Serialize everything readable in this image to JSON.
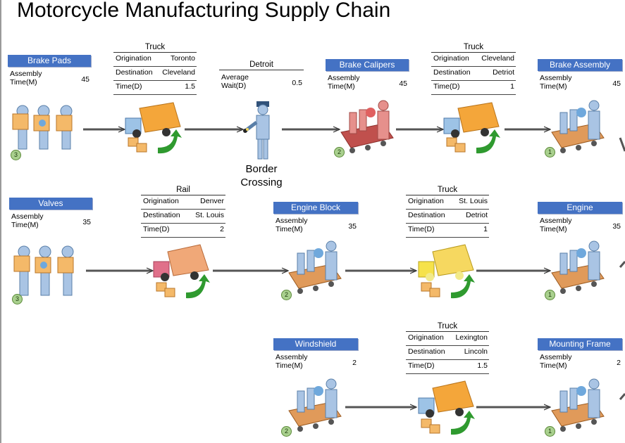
{
  "title": "Motorcycle Manufacturing Supply Chain",
  "nodes": {
    "brake_pads": {
      "title": "Brake Pads",
      "field": "Assembly Time(M)",
      "value": "45",
      "badge": "3"
    },
    "brake_calipers": {
      "title": "Brake Calipers",
      "field": "Assembly Time(M)",
      "value": "45",
      "badge": "2"
    },
    "brake_assembly": {
      "title": "Brake Assembly",
      "field": "Assembly Time(M)",
      "value": "45",
      "badge": "1"
    },
    "valves": {
      "title": "Valves",
      "field": "Assembly Time(M)",
      "value": "35",
      "badge": "3"
    },
    "engine_block": {
      "title": "Engine Block",
      "field": "Assembly Time(M)",
      "value": "35",
      "badge": "2"
    },
    "engine": {
      "title": "Engine",
      "field": "Assembly Time(M)",
      "value": "35",
      "badge": "1"
    },
    "windshield": {
      "title": "Windshield",
      "field": "Assembly Time(M)",
      "value": "2",
      "badge": "2"
    },
    "mounting_frame": {
      "title": "Mounting Frame",
      "field": "Assembly Time(M)",
      "value": "2",
      "badge": "1"
    }
  },
  "transports": {
    "truck1": {
      "title": "Truck",
      "rows": [
        [
          "Origination",
          "Toronto"
        ],
        [
          "Destination",
          "Cleveland"
        ],
        [
          "Time(D)",
          "1.5"
        ]
      ]
    },
    "truck2": {
      "title": "Truck",
      "rows": [
        [
          "Origination",
          "Cleveland"
        ],
        [
          "Destination",
          "Detriot"
        ],
        [
          "Time(D)",
          "1"
        ]
      ]
    },
    "rail": {
      "title": "Rail",
      "rows": [
        [
          "Origination",
          "Denver"
        ],
        [
          "Destination",
          "St. Louis"
        ],
        [
          "Time(D)",
          "2"
        ]
      ]
    },
    "truck3": {
      "title": "Truck",
      "rows": [
        [
          "Origination",
          "St. Louis"
        ],
        [
          "Destination",
          "Detriot"
        ],
        [
          "Time(D)",
          "1"
        ]
      ]
    },
    "truck4": {
      "title": "Truck",
      "rows": [
        [
          "Origination",
          "Lexington"
        ],
        [
          "Destination",
          "Lincoln"
        ],
        [
          "Time(D)",
          "1.5"
        ]
      ]
    }
  },
  "border": {
    "title": "Detroit",
    "field": "Average Wait(D)",
    "value": "0.5",
    "label_line1": "Border",
    "label_line2": "Crossing"
  },
  "colors": {
    "node_header": "#4472c4",
    "badge": "#a9d08e",
    "truck_box": "#f4a63a",
    "rail_cab": "#e0708a",
    "truck_yellow_cab": "#f6e24a",
    "arrow_green": "#2f9a2f"
  }
}
